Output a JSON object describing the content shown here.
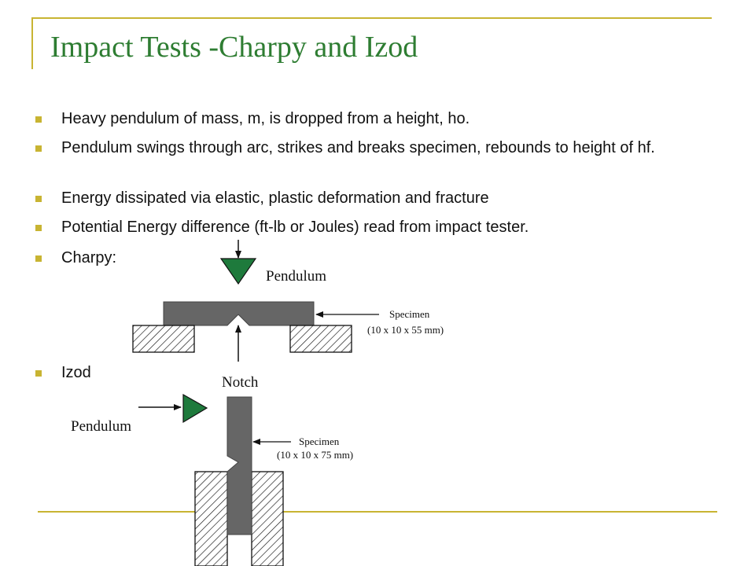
{
  "slide": {
    "title": "Impact Tests -Charpy and Izod",
    "accent_color": "#c8b432",
    "title_color": "#2e7d32",
    "bullets": [
      "Heavy pendulum of mass, m, is dropped from a height, ho.",
      "Pendulum swings through arc, strikes and breaks specimen, rebounds to height of hf.",
      "Energy dissipated via elastic, plastic deformation and fracture",
      "Potential Energy difference (ft-lb or Joules) read from impact tester.",
      "Charpy:",
      "Izod"
    ]
  },
  "charpy": {
    "pendulum_label": "Pendulum",
    "specimen_label": "Specimen",
    "specimen_dims": "(10 x 10 x 55 mm)",
    "notch_label": "Notch",
    "pendulum_color": "#1e7a3c",
    "specimen_color": "#666666"
  },
  "izod": {
    "pendulum_label": "Pendulum",
    "specimen_label": "Specimen",
    "specimen_dims": "(10 x 10 x 75 mm)",
    "pendulum_color": "#1e7a3c",
    "specimen_color": "#666666"
  }
}
